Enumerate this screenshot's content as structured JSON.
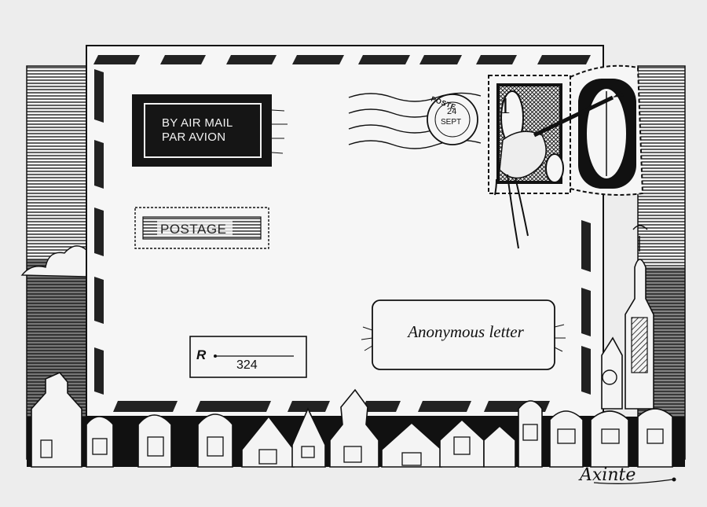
{
  "airmail_label": {
    "line1": "BY AIR MAIL",
    "line2": "PAR AVION"
  },
  "postage_label": "POSTAGE",
  "registration": {
    "letter": "R",
    "number": "324"
  },
  "address_label": "Anonymous letter",
  "postmark": {
    "top": "POSTE",
    "day": "24",
    "month": "SEPT"
  },
  "stamp_numeral": "10",
  "signature": "Axinte",
  "colors": {
    "ink": "#111111",
    "paper": "#f4f4f4",
    "background": "#ededed"
  }
}
